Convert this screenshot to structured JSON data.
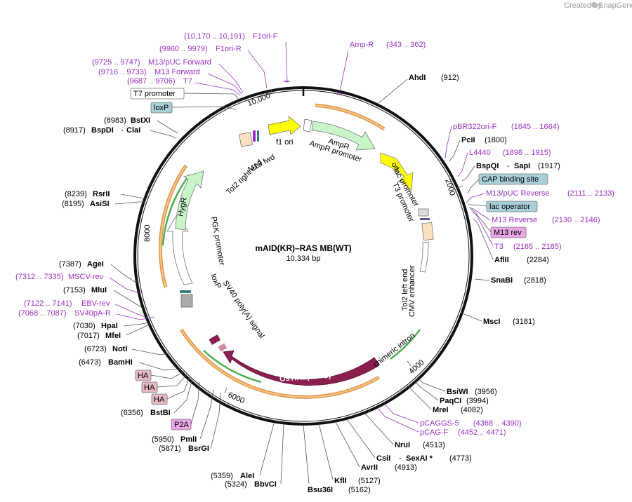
{
  "branding": {
    "created_by": "Created by",
    "app": "SnapGene"
  },
  "plasmid": {
    "name": "mAID(KR)–RAS MB(WT)",
    "length": "10,334 bp"
  },
  "ring_ticks": [
    "10,000",
    "2000",
    "4000",
    "6000",
    "8000"
  ],
  "inner_features": {
    "f1_ori": "f1 ori",
    "ampR": "AmpR",
    "ampR_promoter": "AmpR promoter",
    "ori": "ori",
    "lac_promoter": "lac promoter",
    "t3_promoter": "T3 promoter",
    "tol2_left": "Tol2 left end",
    "cmv_enhancer": "CMV enhancer",
    "chimeric_intron": "chimeric intron",
    "ostir1": "OsTIR1(F74G)",
    "sv40": "SV40 poly(A) signal",
    "loxp": "loxP",
    "pgk": "PGK promoter",
    "hygr": "HygR",
    "tol2_right": "Tol2 right end",
    "m13_fwd": "M13 fwd"
  },
  "left_labels": {
    "f1ori_f": {
      "range": "(10,170 .. 10,191)",
      "name": "F1ori-F"
    },
    "f1ori_r": {
      "range": "(9960 .. 9979)",
      "name": "F1ori-R"
    },
    "m13puc_fwd": {
      "range": "(9725 .. 9747)",
      "name": "M13/pUC Forward"
    },
    "m13_forward": {
      "range": "(9716 .. 9733)",
      "name": "M13 Forward"
    },
    "t7": {
      "range": "(9687 .. 9706)",
      "name": "T7"
    },
    "t7_promoter": "T7 promoter",
    "loxp_box": "loxP",
    "bstxi": {
      "pos": "(8983)",
      "name": "BstXI"
    },
    "bspdi": {
      "pos": "(8917)",
      "name": "BspDI",
      "extra": "ClaI"
    },
    "rsrii": {
      "pos": "(8239)",
      "name": "RsrII"
    },
    "asisi": {
      "pos": "(8195)",
      "name": "AsiSI"
    },
    "agei": {
      "pos": "(7387)",
      "name": "AgeI"
    },
    "msvc_rev": {
      "range": "(7312 .. 7335)",
      "name": "MSCV-rev"
    },
    "mlui": {
      "pos": "(7153)",
      "name": "MluI"
    },
    "ebv_rev": {
      "range": "(7122 .. 7141)",
      "name": "EBV-rev"
    },
    "sv40pa_r": {
      "range": "(7068 .. 7087)",
      "name": "SV40pA-R"
    },
    "hpai": {
      "pos": "(7030)",
      "name": "HpaI"
    },
    "mfei": {
      "pos": "(7017)",
      "name": "MfeI"
    },
    "noti": {
      "pos": "(6723)",
      "name": "NotI"
    },
    "bamhi": {
      "pos": "(6473)",
      "name": "BamHI"
    },
    "ha1": "HA",
    "ha2": "HA",
    "ha3": "HA",
    "bstbi": {
      "pos": "(6356)",
      "name": "BstBI"
    },
    "p2a": "P2A",
    "pmli": {
      "pos": "(5950)",
      "name": "PmlI"
    },
    "bsrgi": {
      "pos": "(5871)",
      "name": "BsrGI"
    }
  },
  "right_labels": {
    "amp_r": {
      "name": "Amp-R",
      "range": "(343 .. 362)"
    },
    "ahdi": {
      "name": "AhdI",
      "pos": "(912)"
    },
    "pbr322": {
      "name": "pBR322ori-F",
      "range": "(1645 .. 1664)"
    },
    "pcii": {
      "name": "PciI",
      "pos": "(1800)"
    },
    "l4440": {
      "name": "L4440",
      "range": "(1898 .. 1915)"
    },
    "bspqi": {
      "name": "BspQI",
      "extra": "SapI",
      "pos": "(1917)"
    },
    "cap": "CAP binding site",
    "m13puc_rev": {
      "name": "M13/pUC Reverse",
      "range": "(2111 .. 2133)"
    },
    "lac_operator": "lac operator",
    "m13_reverse": {
      "name": "M13 Reverse",
      "range": "(2130 .. 2146)"
    },
    "m13_rev_box": "M13 rev",
    "t3": {
      "name": "T3",
      "range": "(2165 .. 2185)"
    },
    "aflii": {
      "name": "AflII",
      "pos": "(2284)"
    },
    "snabi": {
      "name": "SnaBI",
      "pos": "(2818)"
    },
    "msci": {
      "name": "MscI",
      "pos": "(3181)"
    }
  },
  "bottom_labels": {
    "bsiwi": {
      "name": "BsiWI",
      "pos": "(3956)"
    },
    "paqci": {
      "name": "PaqCI",
      "pos": "(3994)"
    },
    "mrei": {
      "name": "MreI",
      "pos": "(4082)"
    },
    "pcaggs": {
      "name": "pCAGGS-5",
      "range": "(4368 .. 4390)"
    },
    "pcag": {
      "name": "pCAG-F",
      "range": "(4452 .. 4471)"
    },
    "nrui": {
      "name": "NruI",
      "pos": "(4513)"
    },
    "csii": {
      "name": "CsiI",
      "extra": "SexAI *",
      "pos": "(4773)"
    },
    "avrii": {
      "name": "AvrII",
      "pos": "(4913)"
    },
    "kfli": {
      "name": "KflI",
      "pos": "(5127)"
    },
    "bsu36i": {
      "name": "Bsu36I",
      "pos": "(5162)"
    },
    "alei": {
      "pos": "(5359)",
      "name": "AleI"
    },
    "bbvci": {
      "pos": "(5324)",
      "name": "BbvCI"
    }
  },
  "colors": {
    "purple": "#9b2fc9",
    "green_feature": "#c8f5c8",
    "yellow_ori": "#ffff00",
    "ostir_fill": "#8b1f52",
    "orange_arc": "#d9822b",
    "teal_box": "#a9d0d8",
    "pink_box": "#e6b8c0",
    "magenta_box": "#e9a6e9"
  }
}
